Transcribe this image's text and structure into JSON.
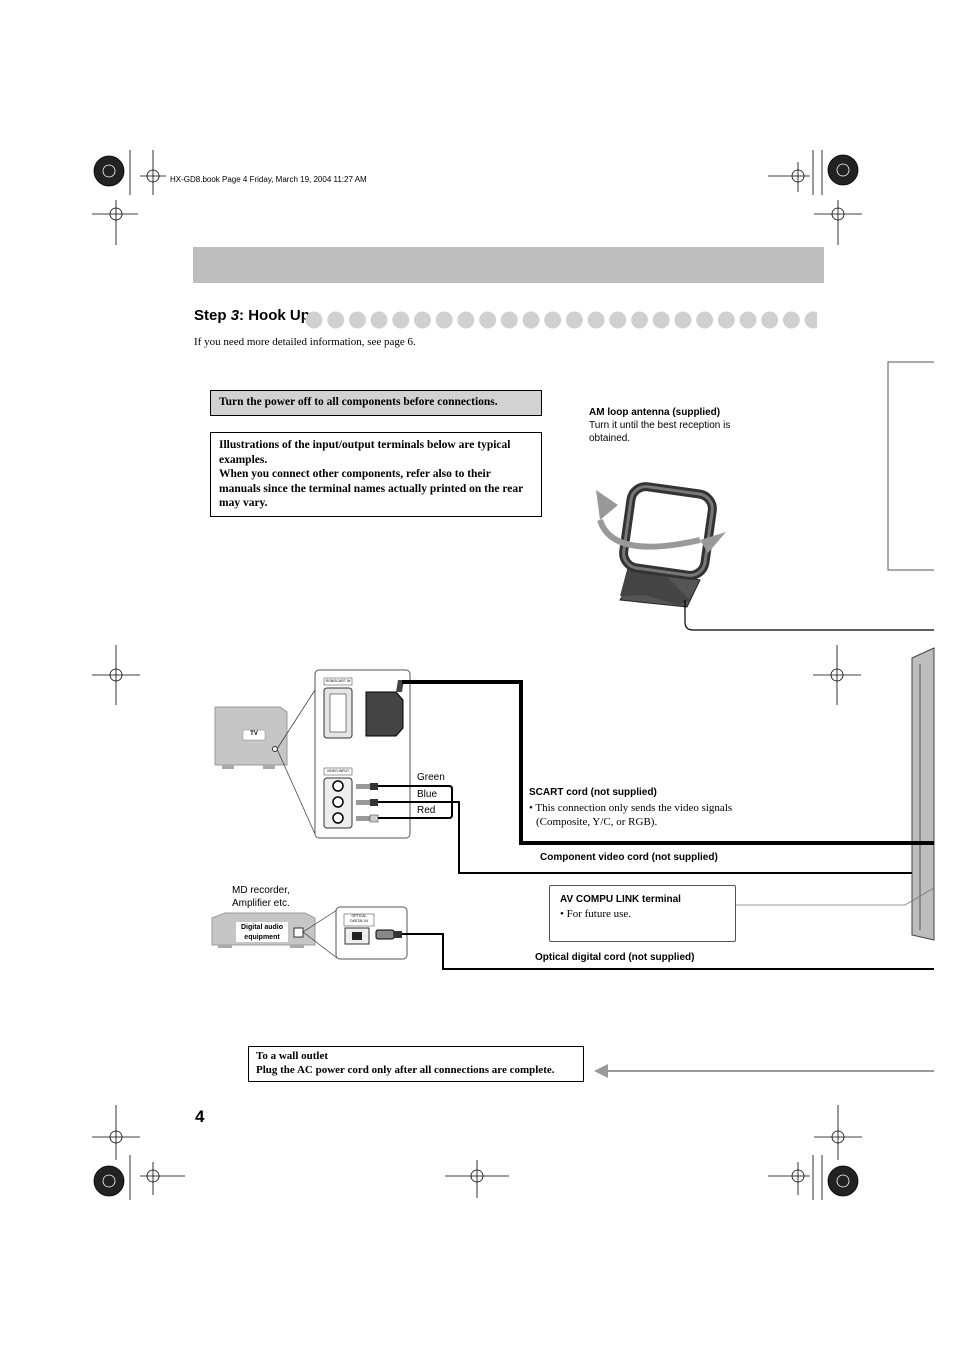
{
  "file_info": "HX-GD8.book  Page 4  Friday, March 19, 2004  11:27 AM",
  "title": {
    "prefix": "Step ",
    "number": "3",
    "suffix": ": Hook Up"
  },
  "subtitle": "If you need more detailed information, see page 6.",
  "warning": "Turn the power off to all components before connections.",
  "note": {
    "line1": "Illustrations of the input/output terminals below are typical examples.",
    "line2": "When you connect other components, refer also to their manuals since the terminal names actually printed on the rear may vary."
  },
  "am_antenna": {
    "title": "AM loop antenna (supplied)",
    "desc": "Turn it until the best reception is obtained."
  },
  "tv": {
    "label": "TV",
    "scart_panel_label": "RGB/SCART IN",
    "component_panel_label": "VIDEO INPUT"
  },
  "component_colors": [
    "Green",
    "Blue",
    "Red"
  ],
  "scart": {
    "title": "SCART cord (not supplied)",
    "bullet": "• This connection only sends the video signals",
    "bullet_cont": "(Composite, Y/C, or RGB)."
  },
  "component_cord": "Component video cord (not supplied)",
  "md": {
    "caption1": "MD recorder,",
    "caption2": "Amplifier etc.",
    "device_label1": "Digital audio",
    "device_label2": "equipment",
    "port_label1": "OPTICAL",
    "port_label2": "DIGITAL IN"
  },
  "compu_link": {
    "title": "AV COMPU LINK terminal",
    "bullet": "• For future use."
  },
  "optical_cord": "Optical digital cord (not supplied)",
  "wall": {
    "line1": "To a wall outlet",
    "line2": "Plug the AC power cord only after all connections are complete."
  },
  "page_number": "4",
  "colors": {
    "band": "#bdbdbd",
    "dots": "#d0d0d0",
    "warn_bg": "#d2d2d2"
  }
}
